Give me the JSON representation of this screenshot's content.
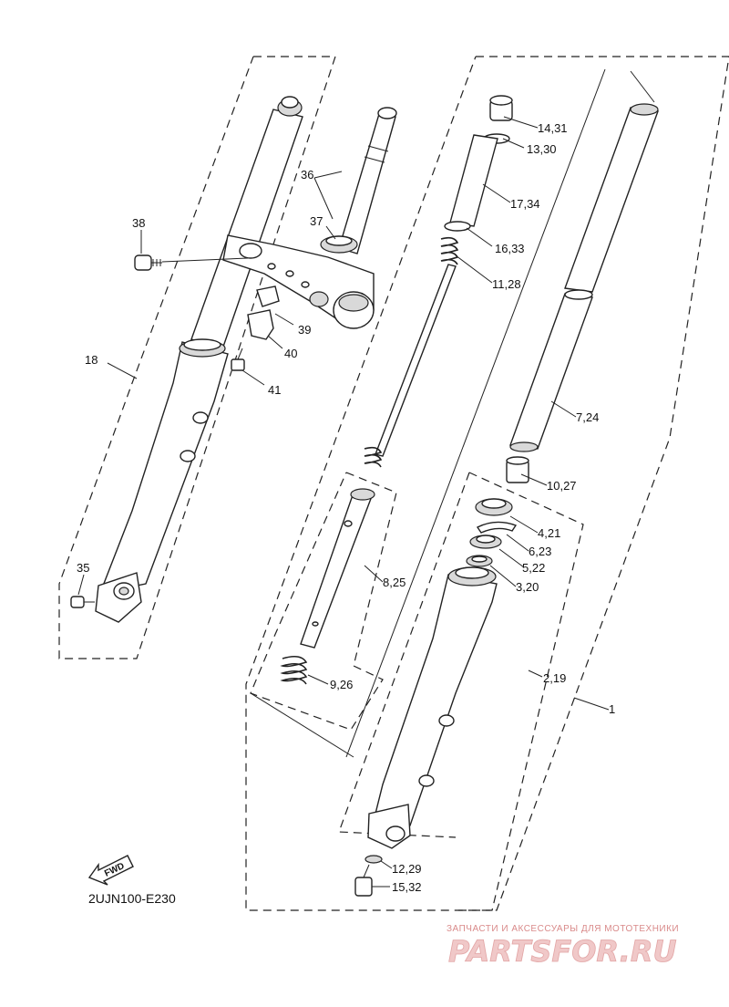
{
  "diagram": {
    "code": "2UJN100-E230",
    "fwd_label": "FWD",
    "watermark": {
      "tagline": "ЗАПЧАСТИ И АКСЕССУАРЫ ДЛЯ МОТОТЕХНИКИ",
      "brand": "PARTSFOR.RU"
    },
    "callouts": [
      {
        "id": "c1",
        "text": "1"
      },
      {
        "id": "c219",
        "text": "2,19"
      },
      {
        "id": "c320",
        "text": "3,20"
      },
      {
        "id": "c421",
        "text": "4,21"
      },
      {
        "id": "c522",
        "text": "5,22"
      },
      {
        "id": "c623",
        "text": "6,23"
      },
      {
        "id": "c724",
        "text": "7,24"
      },
      {
        "id": "c825",
        "text": "8,25"
      },
      {
        "id": "c926",
        "text": "9,26"
      },
      {
        "id": "c1027",
        "text": "10,27"
      },
      {
        "id": "c1128",
        "text": "11,28"
      },
      {
        "id": "c1229",
        "text": "12,29"
      },
      {
        "id": "c1330",
        "text": "13,30"
      },
      {
        "id": "c1431",
        "text": "14,31"
      },
      {
        "id": "c1532",
        "text": "15,32"
      },
      {
        "id": "c1633",
        "text": "16,33"
      },
      {
        "id": "c1734",
        "text": "17,34"
      },
      {
        "id": "c18",
        "text": "18"
      },
      {
        "id": "c35",
        "text": "35"
      },
      {
        "id": "c36",
        "text": "36"
      },
      {
        "id": "c37",
        "text": "37"
      },
      {
        "id": "c38",
        "text": "38"
      },
      {
        "id": "c39",
        "text": "39"
      },
      {
        "id": "c40",
        "text": "40"
      },
      {
        "id": "c41",
        "text": "41"
      }
    ]
  }
}
